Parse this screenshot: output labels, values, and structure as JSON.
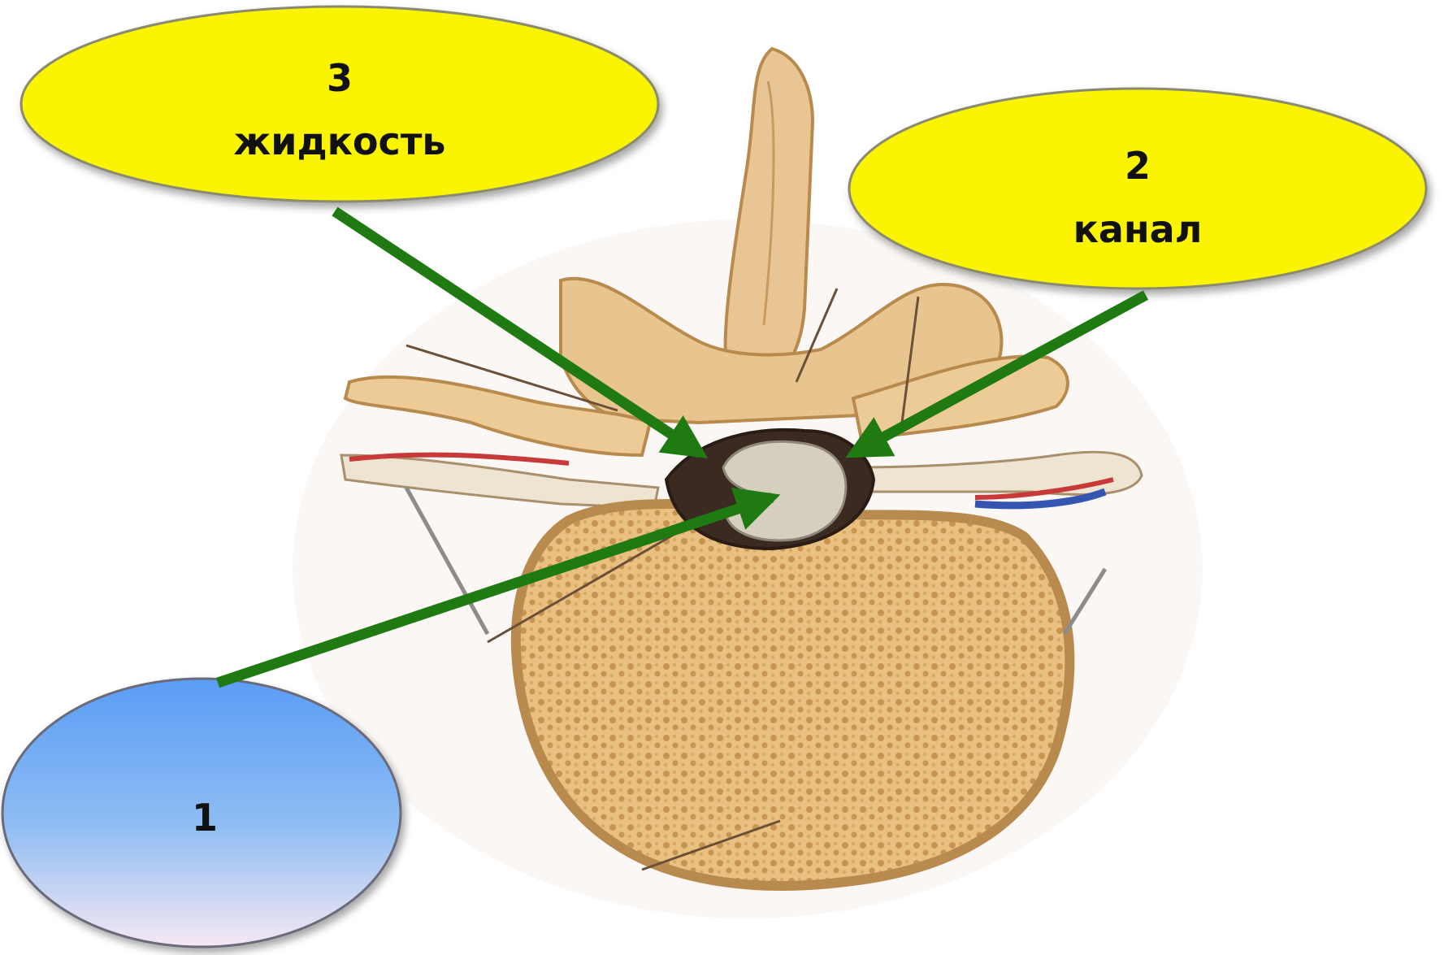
{
  "colors": {
    "arrow": "#1f7a12",
    "yellow_bubble": "#fbf400",
    "blue_bubble_top": "#5a9cf5",
    "blue_bubble_bottom": "#f6e8f3",
    "bone": "#e8c690",
    "bone_dark": "#b98a4e",
    "spongy": "#dcae6a",
    "cord": "#cfc7b6"
  },
  "labels": [
    {
      "id": "label-3",
      "number": "3",
      "text": "жидкость",
      "color": "yellow"
    },
    {
      "id": "label-2",
      "number": "2",
      "text": "канал",
      "color": "yellow"
    },
    {
      "id": "label-1",
      "number": "1",
      "text": "",
      "color": "blue"
    }
  ]
}
